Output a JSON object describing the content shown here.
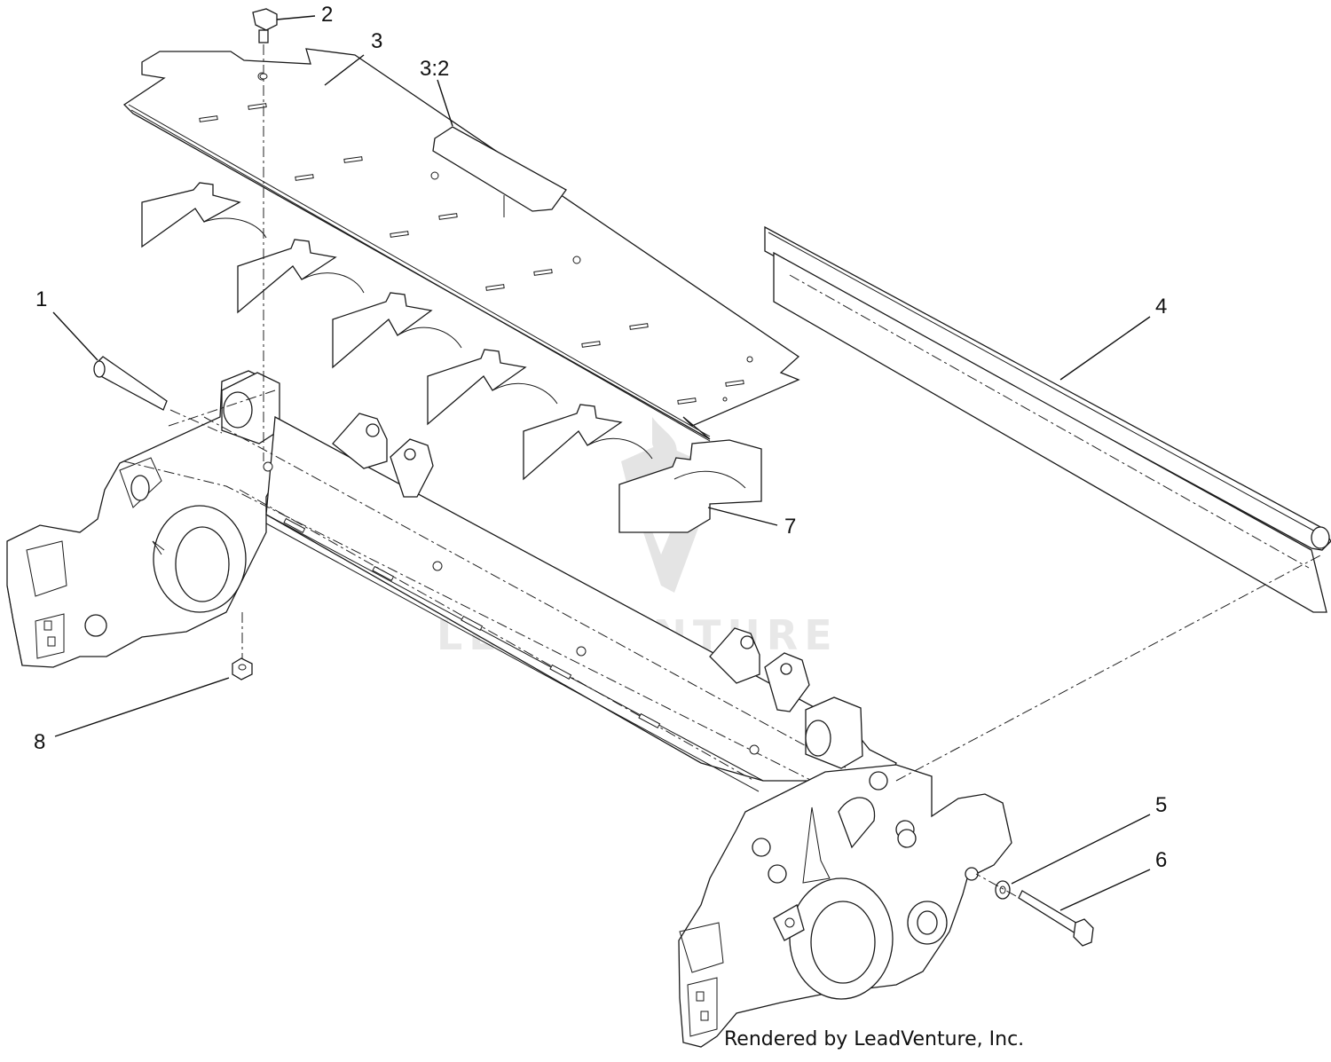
{
  "diagram": {
    "callouts": [
      {
        "id": "1",
        "label": "1"
      },
      {
        "id": "2",
        "label": "2"
      },
      {
        "id": "3",
        "label": "3"
      },
      {
        "id": "3-2",
        "label": "3:2"
      },
      {
        "id": "4",
        "label": "4"
      },
      {
        "id": "5",
        "label": "5"
      },
      {
        "id": "6",
        "label": "6"
      },
      {
        "id": "7",
        "label": "7"
      },
      {
        "id": "8",
        "label": "8"
      }
    ],
    "watermark": "LEADVENTURE",
    "credit": "Rendered by LeadVenture, Inc."
  }
}
